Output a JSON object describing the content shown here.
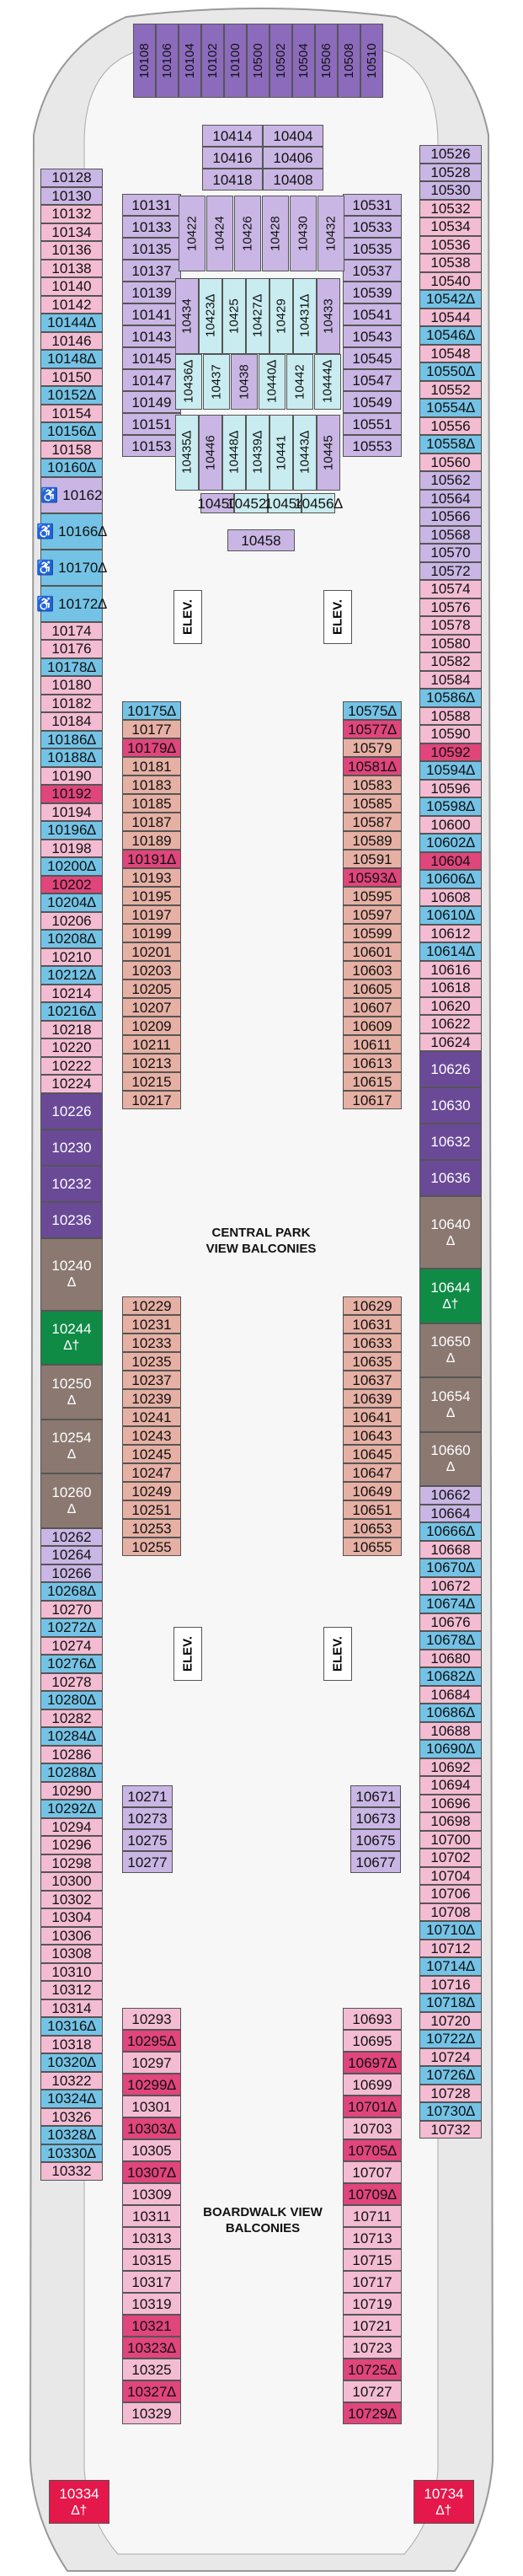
{
  "colors": {
    "interior": "#f7f7f7",
    "hull": "#cfcfcf",
    "outline": "#888888",
    "light_pink": "#f3bcd2",
    "lavender": "#c9b6e4",
    "blue": "#74c3e6",
    "salmon": "#e6b0a4",
    "red": "#e0457b",
    "purple": "#8c6bbd",
    "dark_purple": "#6a4a97",
    "taupe": "#8a7871",
    "green": "#0f8b45",
    "crimson": "#e5184b",
    "light_teal": "#c8ecf0",
    "white": "#ffffff"
  },
  "labels": {
    "central_park": "CENTRAL PARK\nVIEW BALCONIES",
    "boardwalk": "BOARDWALK VIEW\nBALCONIES",
    "elevator": "ELEV."
  },
  "bow_cabins": [
    "10108",
    "10106",
    "10104",
    "10102",
    "10100",
    "10500",
    "10502",
    "10504",
    "10506",
    "10508",
    "10510"
  ],
  "left_outer": [
    {
      "t": "10128",
      "c": "lavender"
    },
    {
      "t": "10130",
      "c": "lavender"
    },
    {
      "t": "10132",
      "c": "light_pink"
    },
    {
      "t": "10134",
      "c": "light_pink"
    },
    {
      "t": "10136",
      "c": "light_pink"
    },
    {
      "t": "10138",
      "c": "light_pink"
    },
    {
      "t": "10140",
      "c": "light_pink"
    },
    {
      "t": "10142",
      "c": "light_pink"
    },
    {
      "t": "10144∆",
      "c": "blue"
    },
    {
      "t": "10146",
      "c": "light_pink"
    },
    {
      "t": "10148∆",
      "c": "blue"
    },
    {
      "t": "10150",
      "c": "light_pink"
    },
    {
      "t": "10152∆",
      "c": "blue"
    },
    {
      "t": "10154",
      "c": "light_pink"
    },
    {
      "t": "10156∆",
      "c": "blue"
    },
    {
      "t": "10158",
      "c": "light_pink"
    },
    {
      "t": "10160∆",
      "c": "blue"
    },
    {
      "t": "♿ 10162",
      "c": "lavender",
      "h": 2
    },
    {
      "t": "♿ 10166∆",
      "c": "blue",
      "h": 2
    },
    {
      "t": "♿ 10170∆",
      "c": "blue",
      "h": 2
    },
    {
      "t": "♿ 10172∆",
      "c": "blue",
      "h": 2
    },
    {
      "t": "10174",
      "c": "light_pink"
    },
    {
      "t": "10176",
      "c": "light_pink"
    },
    {
      "t": "10178∆",
      "c": "blue"
    },
    {
      "t": "10180",
      "c": "light_pink"
    },
    {
      "t": "10182",
      "c": "light_pink"
    },
    {
      "t": "10184",
      "c": "light_pink"
    },
    {
      "t": "10186∆",
      "c": "blue"
    },
    {
      "t": "10188∆",
      "c": "blue"
    },
    {
      "t": "10190",
      "c": "light_pink"
    },
    {
      "t": "10192",
      "c": "red"
    },
    {
      "t": "10194",
      "c": "light_pink"
    },
    {
      "t": "10196∆",
      "c": "blue"
    },
    {
      "t": "10198",
      "c": "light_pink"
    },
    {
      "t": "10200∆",
      "c": "blue"
    },
    {
      "t": "10202",
      "c": "red"
    },
    {
      "t": "10204∆",
      "c": "blue"
    },
    {
      "t": "10206",
      "c": "light_pink"
    },
    {
      "t": "10208∆",
      "c": "blue"
    },
    {
      "t": "10210",
      "c": "light_pink"
    },
    {
      "t": "10212∆",
      "c": "blue"
    },
    {
      "t": "10214",
      "c": "light_pink"
    },
    {
      "t": "10216∆",
      "c": "blue"
    },
    {
      "t": "10218",
      "c": "light_pink"
    },
    {
      "t": "10220",
      "c": "light_pink"
    },
    {
      "t": "10222",
      "c": "light_pink"
    },
    {
      "t": "10224",
      "c": "light_pink"
    },
    {
      "t": "10226",
      "c": "dark_purple",
      "h": 2
    },
    {
      "t": "10230",
      "c": "dark_purple",
      "h": 2
    },
    {
      "t": "10232",
      "c": "dark_purple",
      "h": 2
    },
    {
      "t": "10236",
      "c": "dark_purple",
      "h": 2
    },
    {
      "t": "10240|∆",
      "c": "taupe",
      "h": 4
    },
    {
      "t": "10244|∆†",
      "c": "green",
      "h": 3
    },
    {
      "t": "10250|∆",
      "c": "taupe",
      "h": 3
    },
    {
      "t": "10254|∆",
      "c": "taupe",
      "h": 3
    },
    {
      "t": "10260|∆",
      "c": "taupe",
      "h": 3
    },
    {
      "t": "10262",
      "c": "lavender"
    },
    {
      "t": "10264",
      "c": "lavender"
    },
    {
      "t": "10266",
      "c": "lavender"
    },
    {
      "t": "10268∆",
      "c": "blue"
    },
    {
      "t": "10270",
      "c": "light_pink"
    },
    {
      "t": "10272∆",
      "c": "blue"
    },
    {
      "t": "10274",
      "c": "light_pink"
    },
    {
      "t": "10276∆",
      "c": "blue"
    },
    {
      "t": "10278",
      "c": "light_pink"
    },
    {
      "t": "10280∆",
      "c": "blue"
    },
    {
      "t": "10282",
      "c": "light_pink"
    },
    {
      "t": "10284∆",
      "c": "blue"
    },
    {
      "t": "10286",
      "c": "light_pink"
    },
    {
      "t": "10288∆",
      "c": "blue"
    },
    {
      "t": "10290",
      "c": "light_pink"
    },
    {
      "t": "10292∆",
      "c": "blue"
    },
    {
      "t": "10294",
      "c": "light_pink"
    },
    {
      "t": "10296",
      "c": "light_pink"
    },
    {
      "t": "10298",
      "c": "light_pink"
    },
    {
      "t": "10300",
      "c": "light_pink"
    },
    {
      "t": "10302",
      "c": "light_pink"
    },
    {
      "t": "10304",
      "c": "light_pink"
    },
    {
      "t": "10306",
      "c": "light_pink"
    },
    {
      "t": "10308",
      "c": "light_pink"
    },
    {
      "t": "10310",
      "c": "light_pink"
    },
    {
      "t": "10312",
      "c": "light_pink"
    },
    {
      "t": "10314",
      "c": "light_pink"
    },
    {
      "t": "10316∆",
      "c": "blue"
    },
    {
      "t": "10318",
      "c": "light_pink"
    },
    {
      "t": "10320∆",
      "c": "blue"
    },
    {
      "t": "10322",
      "c": "light_pink"
    },
    {
      "t": "10324∆",
      "c": "blue"
    },
    {
      "t": "10326",
      "c": "light_pink"
    },
    {
      "t": "10328∆",
      "c": "blue"
    },
    {
      "t": "10330∆",
      "c": "blue"
    },
    {
      "t": "10332",
      "c": "light_pink"
    }
  ],
  "right_outer": [
    {
      "t": "10526",
      "c": "lavender"
    },
    {
      "t": "10528",
      "c": "lavender"
    },
    {
      "t": "10530",
      "c": "lavender"
    },
    {
      "t": "10532",
      "c": "light_pink"
    },
    {
      "t": "10534",
      "c": "light_pink"
    },
    {
      "t": "10536",
      "c": "light_pink"
    },
    {
      "t": "10538",
      "c": "light_pink"
    },
    {
      "t": "10540",
      "c": "light_pink"
    },
    {
      "t": "10542∆",
      "c": "blue"
    },
    {
      "t": "10544",
      "c": "light_pink"
    },
    {
      "t": "10546∆",
      "c": "blue"
    },
    {
      "t": "10548",
      "c": "light_pink"
    },
    {
      "t": "10550∆",
      "c": "blue"
    },
    {
      "t": "10552",
      "c": "light_pink"
    },
    {
      "t": "10554∆",
      "c": "blue"
    },
    {
      "t": "10556",
      "c": "light_pink"
    },
    {
      "t": "10558∆",
      "c": "blue"
    },
    {
      "t": "10560",
      "c": "light_pink"
    },
    {
      "t": "10562",
      "c": "lavender"
    },
    {
      "t": "10564",
      "c": "lavender"
    },
    {
      "t": "10566",
      "c": "lavender"
    },
    {
      "t": "10568",
      "c": "lavender"
    },
    {
      "t": "10570",
      "c": "lavender"
    },
    {
      "t": "10572",
      "c": "lavender"
    },
    {
      "t": "10574",
      "c": "light_pink"
    },
    {
      "t": "10576",
      "c": "light_pink"
    },
    {
      "t": "10578",
      "c": "light_pink"
    },
    {
      "t": "10580",
      "c": "light_pink"
    },
    {
      "t": "10582",
      "c": "light_pink"
    },
    {
      "t": "10584",
      "c": "light_pink"
    },
    {
      "t": "10586∆",
      "c": "blue"
    },
    {
      "t": "10588",
      "c": "light_pink"
    },
    {
      "t": "10590",
      "c": "light_pink"
    },
    {
      "t": "10592",
      "c": "red"
    },
    {
      "t": "10594∆",
      "c": "blue"
    },
    {
      "t": "10596",
      "c": "light_pink"
    },
    {
      "t": "10598∆",
      "c": "blue"
    },
    {
      "t": "10600",
      "c": "light_pink"
    },
    {
      "t": "10602∆",
      "c": "blue"
    },
    {
      "t": "10604",
      "c": "red"
    },
    {
      "t": "10606∆",
      "c": "blue"
    },
    {
      "t": "10608",
      "c": "light_pink"
    },
    {
      "t": "10610∆",
      "c": "blue"
    },
    {
      "t": "10612",
      "c": "light_pink"
    },
    {
      "t": "10614∆",
      "c": "blue"
    },
    {
      "t": "10616",
      "c": "light_pink"
    },
    {
      "t": "10618",
      "c": "light_pink"
    },
    {
      "t": "10620",
      "c": "light_pink"
    },
    {
      "t": "10622",
      "c": "light_pink"
    },
    {
      "t": "10624",
      "c": "light_pink"
    },
    {
      "t": "10626",
      "c": "dark_purple",
      "h": 2
    },
    {
      "t": "10630",
      "c": "dark_purple",
      "h": 2
    },
    {
      "t": "10632",
      "c": "dark_purple",
      "h": 2
    },
    {
      "t": "10636",
      "c": "dark_purple",
      "h": 2
    },
    {
      "t": "10640|∆",
      "c": "taupe",
      "h": 4
    },
    {
      "t": "10644|∆†",
      "c": "green",
      "h": 3
    },
    {
      "t": "10650|∆",
      "c": "taupe",
      "h": 3
    },
    {
      "t": "10654|∆",
      "c": "taupe",
      "h": 3
    },
    {
      "t": "10660|∆",
      "c": "taupe",
      "h": 3
    },
    {
      "t": "10662",
      "c": "lavender"
    },
    {
      "t": "10664",
      "c": "lavender"
    },
    {
      "t": "10666∆",
      "c": "blue"
    },
    {
      "t": "10668",
      "c": "light_pink"
    },
    {
      "t": "10670∆",
      "c": "blue"
    },
    {
      "t": "10672",
      "c": "light_pink"
    },
    {
      "t": "10674∆",
      "c": "blue"
    },
    {
      "t": "10676",
      "c": "light_pink"
    },
    {
      "t": "10678∆",
      "c": "blue"
    },
    {
      "t": "10680",
      "c": "light_pink"
    },
    {
      "t": "10682∆",
      "c": "blue"
    },
    {
      "t": "10684",
      "c": "light_pink"
    },
    {
      "t": "10686∆",
      "c": "blue"
    },
    {
      "t": "10688",
      "c": "light_pink"
    },
    {
      "t": "10690∆",
      "c": "blue"
    },
    {
      "t": "10692",
      "c": "light_pink"
    },
    {
      "t": "10694",
      "c": "light_pink"
    },
    {
      "t": "10696",
      "c": "light_pink"
    },
    {
      "t": "10698",
      "c": "light_pink"
    },
    {
      "t": "10700",
      "c": "light_pink"
    },
    {
      "t": "10702",
      "c": "light_pink"
    },
    {
      "t": "10704",
      "c": "light_pink"
    },
    {
      "t": "10706",
      "c": "light_pink"
    },
    {
      "t": "10708",
      "c": "light_pink"
    },
    {
      "t": "10710∆",
      "c": "blue"
    },
    {
      "t": "10712",
      "c": "light_pink"
    },
    {
      "t": "10714∆",
      "c": "blue"
    },
    {
      "t": "10716",
      "c": "light_pink"
    },
    {
      "t": "10718∆",
      "c": "blue"
    },
    {
      "t": "10720",
      "c": "light_pink"
    },
    {
      "t": "10722∆",
      "c": "blue"
    },
    {
      "t": "10724",
      "c": "light_pink"
    },
    {
      "t": "10726∆",
      "c": "blue"
    },
    {
      "t": "10728",
      "c": "light_pink"
    },
    {
      "t": "10730∆",
      "c": "blue"
    },
    {
      "t": "10732",
      "c": "light_pink"
    }
  ],
  "stern_cabins": [
    {
      "t": "10334|∆†",
      "c": "crimson"
    },
    {
      "t": "10734|∆†",
      "c": "crimson"
    }
  ],
  "left_inner_fwd": [
    {
      "t": "10131",
      "c": "lavender"
    },
    {
      "t": "10133",
      "c": "lavender"
    },
    {
      "t": "10135",
      "c": "lavender"
    },
    {
      "t": "10137",
      "c": "lavender"
    },
    {
      "t": "10139",
      "c": "lavender"
    },
    {
      "t": "10141",
      "c": "lavender"
    },
    {
      "t": "10143",
      "c": "lavender"
    },
    {
      "t": "10145",
      "c": "lavender"
    },
    {
      "t": "10147",
      "c": "lavender"
    },
    {
      "t": "10149",
      "c": "lavender"
    },
    {
      "t": "10151",
      "c": "lavender"
    },
    {
      "t": "10153",
      "c": "lavender"
    }
  ],
  "right_inner_fwd": [
    {
      "t": "10531",
      "c": "lavender"
    },
    {
      "t": "10533",
      "c": "lavender"
    },
    {
      "t": "10535",
      "c": "lavender"
    },
    {
      "t": "10537",
      "c": "lavender"
    },
    {
      "t": "10539",
      "c": "lavender"
    },
    {
      "t": "10541",
      "c": "lavender"
    },
    {
      "t": "10543",
      "c": "lavender"
    },
    {
      "t": "10545",
      "c": "lavender"
    },
    {
      "t": "10547",
      "c": "lavender"
    },
    {
      "t": "10549",
      "c": "lavender"
    },
    {
      "t": "10551",
      "c": "lavender"
    },
    {
      "t": "10553",
      "c": "lavender"
    }
  ],
  "center_top": [
    {
      "t": "10414",
      "c": "lavender"
    },
    {
      "t": "10404",
      "c": "lavender"
    },
    {
      "t": "10416",
      "c": "lavender"
    },
    {
      "t": "10406",
      "c": "lavender"
    },
    {
      "t": "10418",
      "c": "lavender"
    },
    {
      "t": "10408",
      "c": "lavender"
    }
  ],
  "center_vert_top": [
    "10422",
    "10424",
    "10426",
    "10428",
    "10430",
    "10432"
  ],
  "center_vert_mid": [
    {
      "t": "10434",
      "c": "lavender"
    },
    {
      "t": "10423∆",
      "c": "light_teal"
    },
    {
      "t": "10425",
      "c": "light_teal"
    },
    {
      "t": "10427∆",
      "c": "light_teal"
    },
    {
      "t": "10429",
      "c": "light_teal"
    },
    {
      "t": "10431∆",
      "c": "light_teal"
    },
    {
      "t": "10433",
      "c": "lavender"
    }
  ],
  "center_vert_mid2": [
    {
      "t": "10436∆",
      "c": "light_teal"
    },
    {
      "t": "10437",
      "c": "light_teal"
    },
    {
      "t": "10438",
      "c": "lavender"
    },
    {
      "t": "10440∆",
      "c": "light_teal"
    },
    {
      "t": "10442",
      "c": "light_teal"
    },
    {
      "t": "10444∆",
      "c": "light_teal"
    }
  ],
  "center_vert_bot": [
    {
      "t": "10435∆",
      "c": "light_teal"
    },
    {
      "t": "10446",
      "c": "lavender"
    },
    {
      "t": "10448∆",
      "c": "light_teal"
    },
    {
      "t": "10439∆",
      "c": "light_teal"
    },
    {
      "t": "10441",
      "c": "light_teal"
    },
    {
      "t": "10443∆",
      "c": "light_teal"
    },
    {
      "t": "10445",
      "c": "lavender"
    }
  ],
  "center_vert_bot2": [
    {
      "t": "10450",
      "c": "lavender"
    },
    {
      "t": "10452∆",
      "c": "light_teal"
    },
    {
      "t": "10454",
      "c": "light_teal"
    },
    {
      "t": "10456∆",
      "c": "light_teal"
    }
  ],
  "center_bottom": "10458",
  "cp_left": [
    {
      "t": "10175∆",
      "c": "blue"
    },
    {
      "t": "10177",
      "c": "salmon"
    },
    {
      "t": "10179∆",
      "c": "red"
    },
    {
      "t": "10181",
      "c": "salmon"
    },
    {
      "t": "10183",
      "c": "salmon"
    },
    {
      "t": "10185",
      "c": "salmon"
    },
    {
      "t": "10187",
      "c": "salmon"
    },
    {
      "t": "10189",
      "c": "salmon"
    },
    {
      "t": "10191∆",
      "c": "red"
    },
    {
      "t": "10193",
      "c": "salmon"
    },
    {
      "t": "10195",
      "c": "salmon"
    },
    {
      "t": "10197",
      "c": "salmon"
    },
    {
      "t": "10199",
      "c": "salmon"
    },
    {
      "t": "10201",
      "c": "salmon"
    },
    {
      "t": "10203",
      "c": "salmon"
    },
    {
      "t": "10205",
      "c": "salmon"
    },
    {
      "t": "10207",
      "c": "salmon"
    },
    {
      "t": "10209",
      "c": "salmon"
    },
    {
      "t": "10211",
      "c": "salmon"
    },
    {
      "t": "10213",
      "c": "salmon"
    },
    {
      "t": "10215",
      "c": "salmon"
    },
    {
      "t": "10217",
      "c": "salmon"
    }
  ],
  "cp_right": [
    {
      "t": "10575∆",
      "c": "blue"
    },
    {
      "t": "10577∆",
      "c": "red"
    },
    {
      "t": "10579",
      "c": "salmon"
    },
    {
      "t": "10581∆",
      "c": "red"
    },
    {
      "t": "10583",
      "c": "salmon"
    },
    {
      "t": "10585",
      "c": "salmon"
    },
    {
      "t": "10587",
      "c": "salmon"
    },
    {
      "t": "10589",
      "c": "salmon"
    },
    {
      "t": "10591",
      "c": "salmon"
    },
    {
      "t": "10593∆",
      "c": "red"
    },
    {
      "t": "10595",
      "c": "salmon"
    },
    {
      "t": "10597",
      "c": "salmon"
    },
    {
      "t": "10599",
      "c": "salmon"
    },
    {
      "t": "10601",
      "c": "salmon"
    },
    {
      "t": "10603",
      "c": "salmon"
    },
    {
      "t": "10605",
      "c": "salmon"
    },
    {
      "t": "10607",
      "c": "salmon"
    },
    {
      "t": "10609",
      "c": "salmon"
    },
    {
      "t": "10611",
      "c": "salmon"
    },
    {
      "t": "10613",
      "c": "salmon"
    },
    {
      "t": "10615",
      "c": "salmon"
    },
    {
      "t": "10617",
      "c": "salmon"
    }
  ],
  "cp_left2": [
    "10229",
    "10231",
    "10233",
    "10235",
    "10237",
    "10239",
    "10241",
    "10243",
    "10245",
    "10247",
    "10249",
    "10251",
    "10253",
    "10255"
  ],
  "cp_right2": [
    "10629",
    "10631",
    "10633",
    "10635",
    "10637",
    "10639",
    "10641",
    "10643",
    "10645",
    "10647",
    "10649",
    "10651",
    "10653",
    "10655"
  ],
  "bw_left_top": [
    "10271",
    "10273",
    "10275",
    "10277"
  ],
  "bw_right_top": [
    "10671",
    "10673",
    "10675",
    "10677"
  ],
  "bw_left": [
    {
      "t": "10293",
      "c": "light_pink"
    },
    {
      "t": "10295∆",
      "c": "red"
    },
    {
      "t": "10297",
      "c": "light_pink"
    },
    {
      "t": "10299∆",
      "c": "red"
    },
    {
      "t": "10301",
      "c": "light_pink"
    },
    {
      "t": "10303∆",
      "c": "red"
    },
    {
      "t": "10305",
      "c": "light_pink"
    },
    {
      "t": "10307∆",
      "c": "red"
    },
    {
      "t": "10309",
      "c": "light_pink"
    },
    {
      "t": "10311",
      "c": "light_pink"
    },
    {
      "t": "10313",
      "c": "light_pink"
    },
    {
      "t": "10315",
      "c": "light_pink"
    },
    {
      "t": "10317",
      "c": "light_pink"
    },
    {
      "t": "10319",
      "c": "light_pink"
    },
    {
      "t": "10321",
      "c": "red"
    },
    {
      "t": "10323∆",
      "c": "red"
    },
    {
      "t": "10325",
      "c": "light_pink"
    },
    {
      "t": "10327∆",
      "c": "red"
    },
    {
      "t": "10329",
      "c": "light_pink"
    }
  ],
  "bw_right": [
    {
      "t": "10693",
      "c": "light_pink"
    },
    {
      "t": "10695",
      "c": "light_pink"
    },
    {
      "t": "10697∆",
      "c": "red"
    },
    {
      "t": "10699",
      "c": "light_pink"
    },
    {
      "t": "10701∆",
      "c": "red"
    },
    {
      "t": "10703",
      "c": "light_pink"
    },
    {
      "t": "10705∆",
      "c": "red"
    },
    {
      "t": "10707",
      "c": "light_pink"
    },
    {
      "t": "10709∆",
      "c": "red"
    },
    {
      "t": "10711",
      "c": "light_pink"
    },
    {
      "t": "10713",
      "c": "light_pink"
    },
    {
      "t": "10715",
      "c": "light_pink"
    },
    {
      "t": "10717",
      "c": "light_pink"
    },
    {
      "t": "10719",
      "c": "light_pink"
    },
    {
      "t": "10721",
      "c": "light_pink"
    },
    {
      "t": "10723",
      "c": "light_pink"
    },
    {
      "t": "10725∆",
      "c": "red"
    },
    {
      "t": "10727",
      "c": "light_pink"
    },
    {
      "t": "10729∆",
      "c": "red"
    }
  ]
}
